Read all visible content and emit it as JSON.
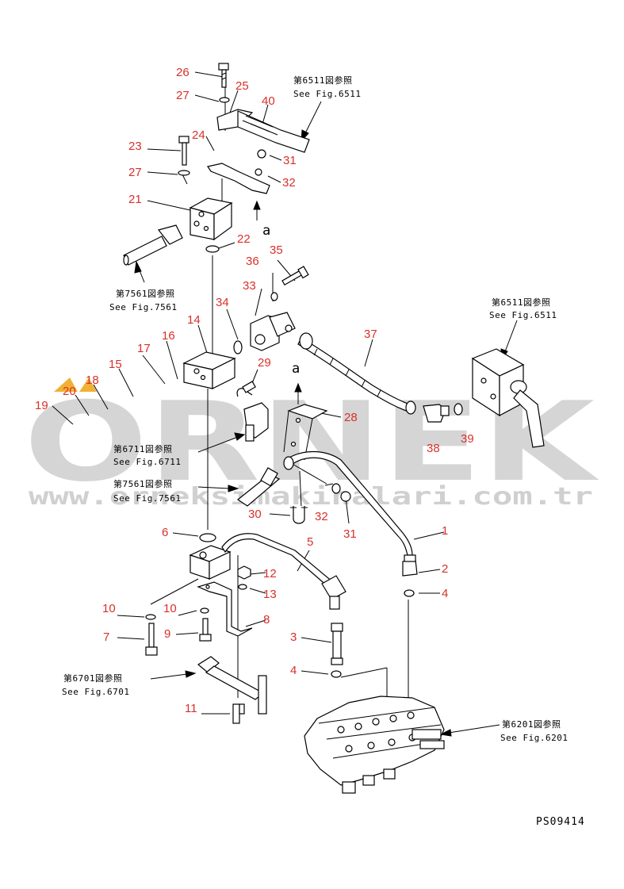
{
  "watermark": {
    "brand": "ORNEK",
    "url": "www.orneksimakinalari.com.tr",
    "accent_color": "#f2b134",
    "gray_color": "#d5d5d5"
  },
  "labels": {
    "l1": "1",
    "l2": "2",
    "l3": "3",
    "l4a": "4",
    "l4b": "4",
    "l5": "5",
    "l6": "6",
    "l7": "7",
    "l8": "8",
    "l9": "9",
    "l10a": "10",
    "l10b": "10",
    "l11": "11",
    "l12": "12",
    "l13": "13",
    "l14": "14",
    "l15": "15",
    "l16": "16",
    "l17": "17",
    "l18": "18",
    "l19": "19",
    "l20": "20",
    "l21": "21",
    "l22": "22",
    "l23": "23",
    "l24": "24",
    "l25": "25",
    "l26": "26",
    "l27a": "27",
    "l27b": "27",
    "l28": "28",
    "l29": "29",
    "l30": "30",
    "l31a": "31",
    "l31b": "31",
    "l32a": "32",
    "l32b": "32",
    "l33": "33",
    "l34": "34",
    "l35": "35",
    "l36": "36",
    "l37": "37",
    "l38": "38",
    "l39": "39",
    "l40": "40"
  },
  "arrows": {
    "a_top": "a",
    "a_mid": "a"
  },
  "references": {
    "r6511a_jp": "第6511図参照",
    "r6511a_en": "See Fig.6511",
    "r7561a_jp": "第7561図参照",
    "r7561a_en": "See Fig.7561",
    "r6511b_jp": "第6511図参照",
    "r6511b_en": "See Fig.6511",
    "r6711_jp": "第6711図参照",
    "r6711_en": "See Fig.6711",
    "r7561b_jp": "第7561図参照",
    "r7561b_en": "See Fig.7561",
    "r6701_jp": "第6701図参照",
    "r6701_en": "See Fig.6701",
    "r6201_jp": "第6201図参照",
    "r6201_en": "See Fig.6201"
  },
  "drawing_code": "PS09414"
}
